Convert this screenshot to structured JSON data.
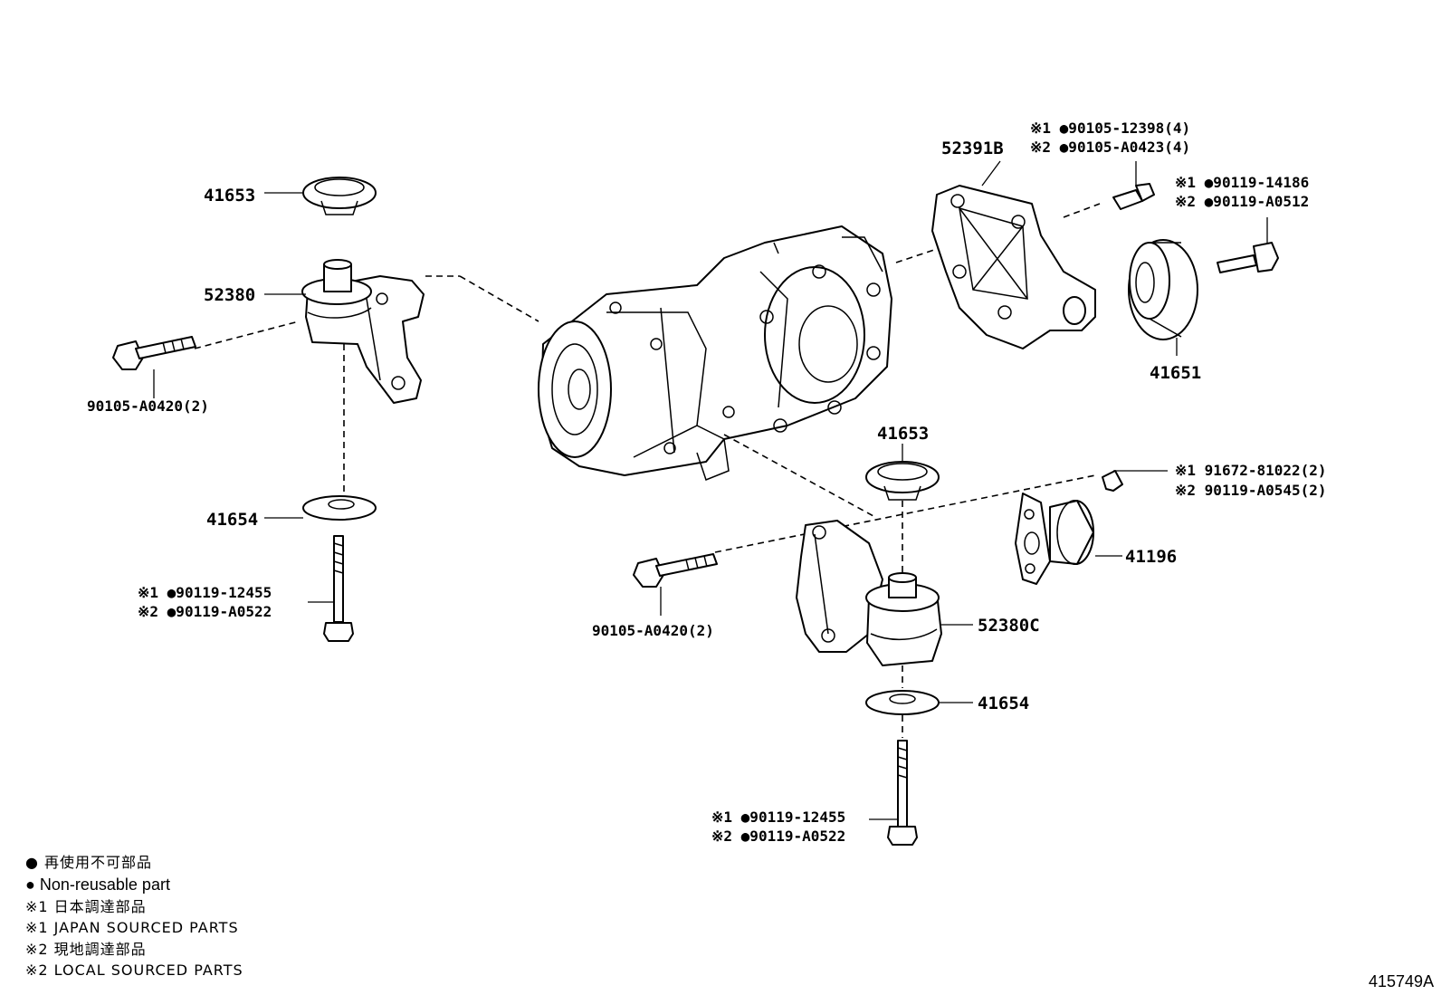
{
  "diagram_id": "415749A",
  "labels": {
    "cap_top": "41653",
    "cap_mid": "41653",
    "support_left": "52380",
    "support_right": "52380C",
    "bracket": "52391B",
    "damper": "41651",
    "cushion": "41196",
    "washer_left": "41654",
    "washer_right": "41654",
    "bolt_left": "90105-A0420(2)",
    "bolt_mid": "90105-A0420(2)"
  },
  "callouts": {
    "bracket_bolt_1": "※1 ●90105-12398(4)",
    "bracket_bolt_2": "※2 ●90105-A0423(4)",
    "damper_bolt_1": "※1 ●90119-14186",
    "damper_bolt_2": "※2 ●90119-A0512",
    "cushion_bolt_1": "※1 91672-81022(2)",
    "cushion_bolt_2": "※2 90119-A0545(2)",
    "left_stud_1": "※1 ●90119-12455",
    "left_stud_2": "※2 ●90119-A0522",
    "right_stud_1": "※1 ●90119-12455",
    "right_stud_2": "※2 ●90119-A0522"
  },
  "legend": [
    "● 再使用不可部品",
    "● Non-reusable part",
    "※1 日本調達部品",
    "※1 JAPAN SOURCED PARTS",
    "※2 現地調達部品",
    "※2 LOCAL SOURCED PARTS"
  ]
}
